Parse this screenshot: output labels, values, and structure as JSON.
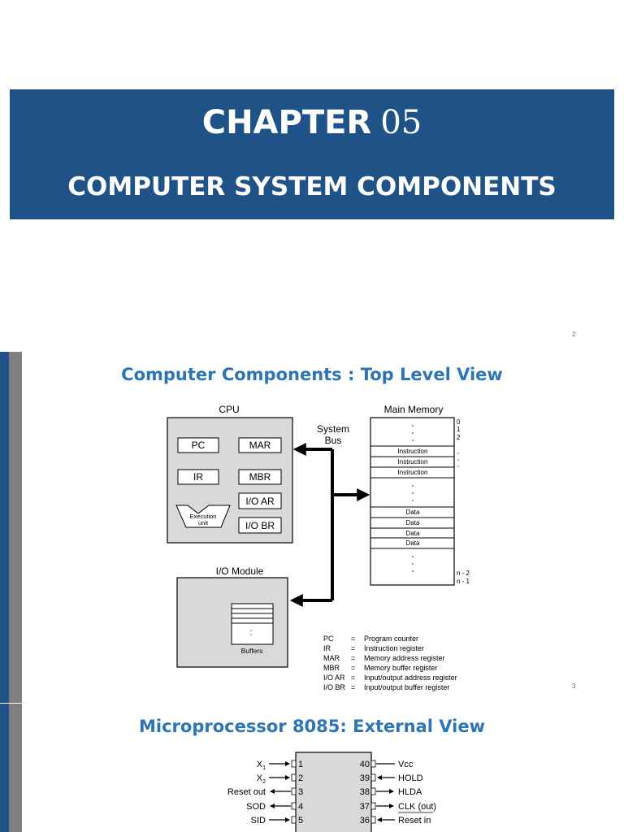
{
  "slide1": {
    "chapter_word": "CHAPTER",
    "chapter_number": "05",
    "subtitle": "COMPUTER SYSTEM COMPONENTS",
    "page_number": "2"
  },
  "slide2": {
    "title": "Computer Components : Top Level View",
    "page_number": "3",
    "diagram": {
      "cpu_label": "CPU",
      "registers": [
        "PC",
        "MAR",
        "IR",
        "MBR",
        "I/O AR",
        "I/O BR"
      ],
      "execution_unit": [
        "Execution",
        "unit"
      ],
      "bus_label": [
        "System",
        "Bus"
      ],
      "memory_label": "Main Memory",
      "memory_addresses_top": [
        "0",
        "1",
        "2"
      ],
      "memory_addresses_bottom": [
        "n - 2",
        "n - 1"
      ],
      "memory_cells": [
        "Instruction",
        "Instruction",
        "Instruction",
        "Data",
        "Data",
        "Data",
        "Data"
      ],
      "io_label": "I/O Module",
      "buffers_label": "Buffers"
    },
    "legend": [
      {
        "abbr": "PC",
        "eq": "=",
        "desc": "Program counter"
      },
      {
        "abbr": "IR",
        "eq": "=",
        "desc": "Instruction register"
      },
      {
        "abbr": "MAR",
        "eq": "=",
        "desc": "Memory address register"
      },
      {
        "abbr": "MBR",
        "eq": "=",
        "desc": "Memory buffer register"
      },
      {
        "abbr": "I/O AR",
        "eq": "=",
        "desc": "Input/output address register"
      },
      {
        "abbr": "I/O BR",
        "eq": "=",
        "desc": "Input/output buffer register"
      }
    ]
  },
  "slide3": {
    "title": "Microprocessor 8085: External View",
    "left_pins": [
      {
        "label": "X",
        "sub": "1",
        "num": "1"
      },
      {
        "label": "X",
        "sub": "2",
        "num": "2"
      },
      {
        "label": "Reset out",
        "sub": "",
        "num": "3"
      },
      {
        "label": "SOD",
        "sub": "",
        "num": "4"
      },
      {
        "label": "SID",
        "sub": "",
        "num": "5"
      }
    ],
    "right_pins": [
      {
        "label": "Vcc",
        "num": "40"
      },
      {
        "label": "HOLD",
        "num": "39"
      },
      {
        "label": "HLDA",
        "num": "38"
      },
      {
        "label": "CLK (out)",
        "num": "37"
      },
      {
        "label": "Reset in",
        "num": "36"
      }
    ]
  }
}
